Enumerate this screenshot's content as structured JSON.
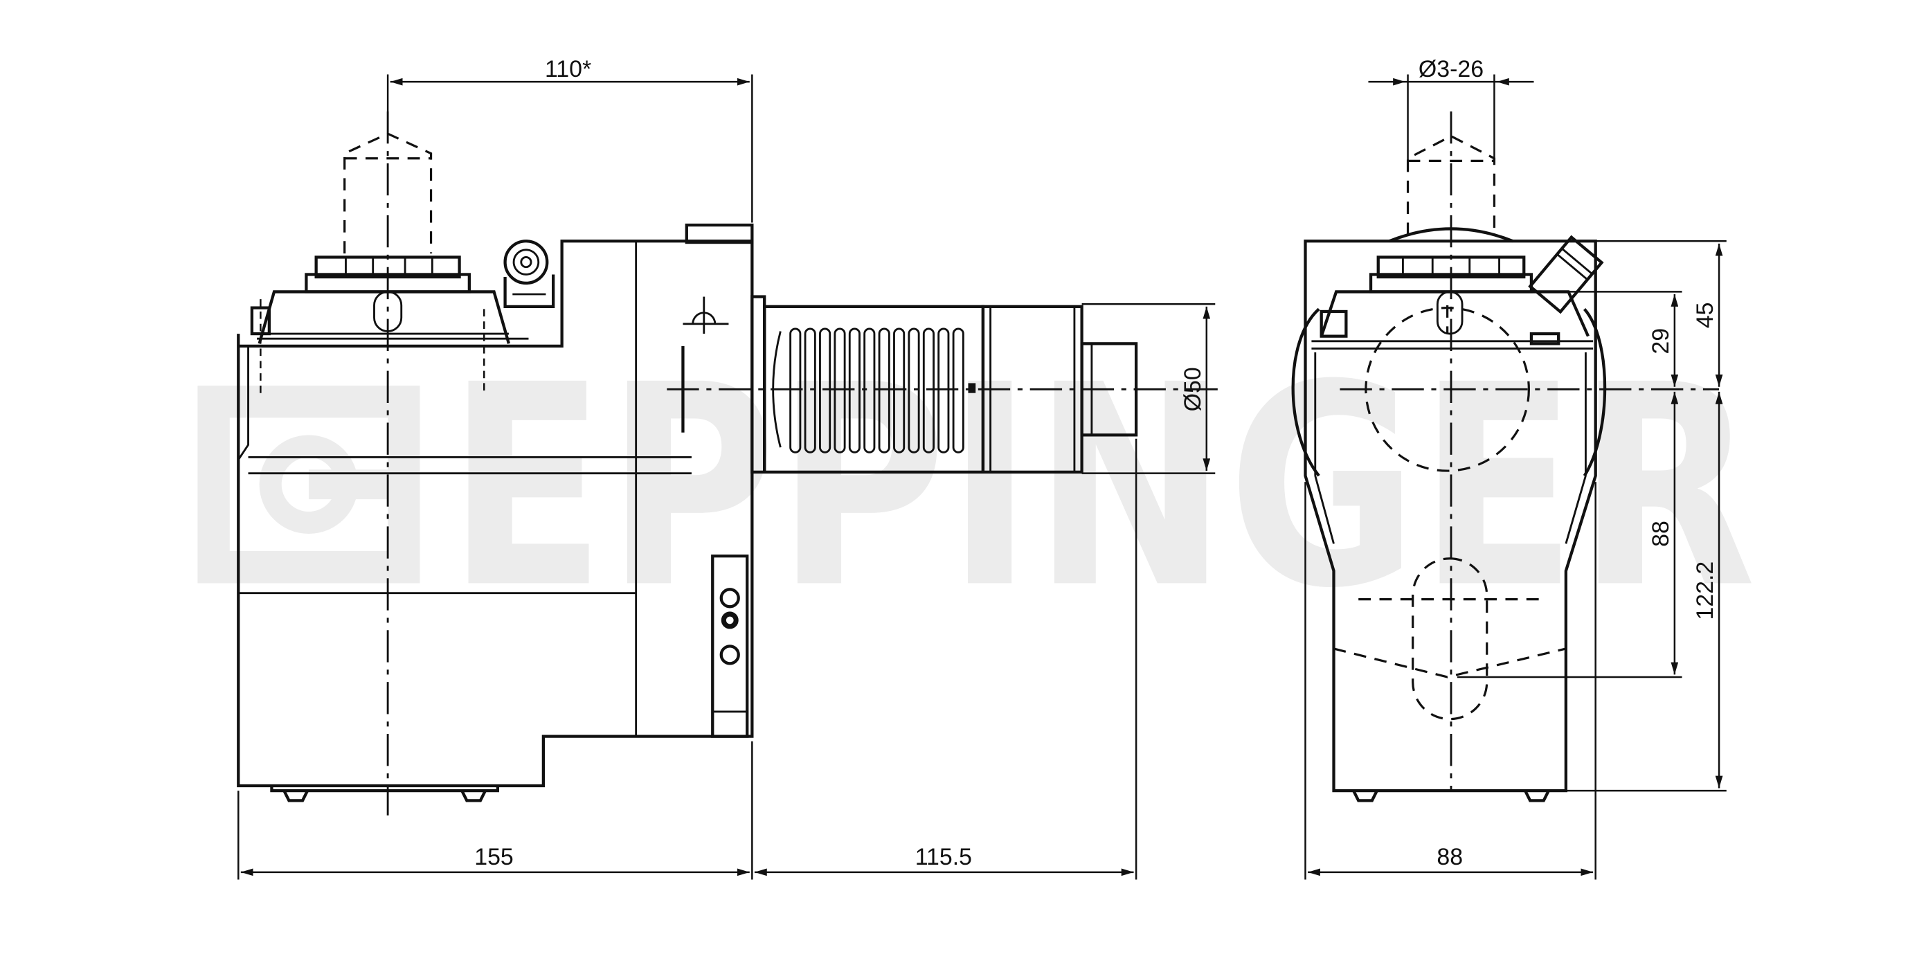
{
  "watermark": "EPPINGER",
  "dimensions": {
    "top_width": "110*",
    "bore_range": "Ø3-26",
    "diameter": "Ø50",
    "body_length": "155",
    "shank_length": "115.5",
    "side_width": "88",
    "height_45": "45",
    "height_29": "29",
    "height_88": "88",
    "height_122": "122.2"
  },
  "colors": {
    "line": "#111111",
    "watermark": "#ececec",
    "background": "#ffffff"
  }
}
